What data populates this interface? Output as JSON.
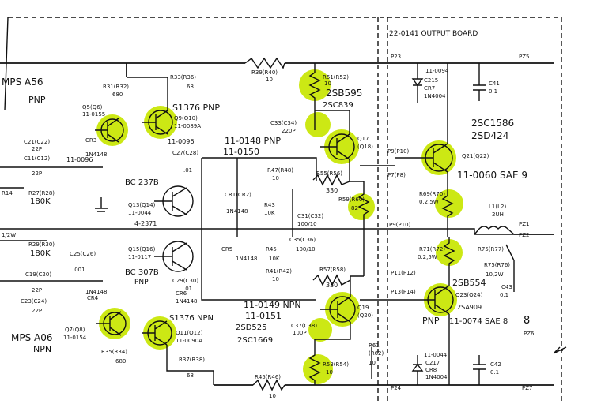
{
  "labels": {
    "header": "22-0141 OUTPUT BOARD",
    "mps_a56": "MPS A56",
    "pnp_left": "PNP",
    "mps_a06": "MPS A06",
    "npn_left": "NPN",
    "r31": "R31(R32)",
    "r31v": "680",
    "r33": "R33(R36)",
    "r33v": "68",
    "r39": "R39(R40)",
    "r39v": "10",
    "r51": "R51(R52)",
    "r51v": "10",
    "q17_part": "2SB595",
    "q17_alt": "2SC839",
    "s1376_pnp": "S1376 PNP",
    "q9": "Q9(Q10)",
    "q9num": "11-0089A",
    "q5": "Q5(Q6)",
    "q5num": "11-0155",
    "c21": "C21(C22)",
    "c21v": "22P",
    "c11": "C11(C12)",
    "c11v": "22P",
    "cr3": "CR3",
    "cr3d": "1N4148",
    "num_0096a": "11-0096",
    "num_0096b": "11-0096",
    "c27": "C27(C28)",
    "c27v": ".01",
    "bc237b": "BC 237B",
    "q13": "Q13(Q14)",
    "q13num": "11-0044",
    "q13sub": "4-2371",
    "r14": "R14",
    "r27": "R27(R28)",
    "r27v": "180K",
    "r29": "R29(R30)",
    "r29v": "180K",
    "half_w": "1/2W",
    "c33": "C33(C34)",
    "c33v": "220P",
    "q17": "Q17",
    "q18": "(Q18)",
    "num_0148": "11-0148 PNP",
    "num_0150": "11-0150",
    "r47": "R47(R48)",
    "r47v": "10",
    "cr1": "CR1(CR2)",
    "cr1d": "1N4148",
    "r43": "R43",
    "r43v": "10K",
    "c31": "C31(C32)",
    "c31v": "100/10",
    "r55": "R55(R56)",
    "r55v": "330",
    "r59": "R59(R60)",
    "r59v": "82",
    "c35": "C35(C36)",
    "c35v": "100/10",
    "cr5": "CR5",
    "cr5d": "1N4148",
    "r45": "R45",
    "r45v": "10K",
    "r41": "R41(R42)",
    "r41v": "10",
    "q15": "Q15(Q16)",
    "q15num": "11-0117",
    "bc307b": "BC 307B",
    "pnp_mid": "PNP",
    "c25": "C25(C26)",
    "c25v": ".001",
    "c19": "C19(C20)",
    "c19v": "22P",
    "c23": "C23(C24)",
    "c23v": "22P",
    "cr4": "CR4",
    "cr4d": "1N4148",
    "q7": "Q7(Q8)",
    "q7num": "11-0154",
    "c29": "C29(C30)",
    "c29v": ".01",
    "cr6": "CR6",
    "cr6d": "1N4148",
    "s1376_npn": "S1376 NPN",
    "q11": "Q11(Q12)",
    "q11num": "11-0090A",
    "r57": "R57(R58)",
    "r57v": "330",
    "num_0149": "11-0149 NPN",
    "num_0151": "11-0151",
    "q19": "Q19",
    "q20": "(Q20)",
    "q19_part": "2SD525",
    "q19_alt": "2SC1669",
    "c37": "C37(C38)",
    "c37v": "100P",
    "r53": "R53(R54)",
    "r53v": "10",
    "r35": "R35(R34)",
    "r35v": "680",
    "r37": "R37(R38)",
    "r37v": "68",
    "r45b": "R45(R46)",
    "r45bv": "10",
    "r61": "R61",
    "r61b": "(R62)",
    "r61v": "10",
    "num_0094": "11-0094",
    "c215": "C215",
    "cr7": "CR7",
    "cr7d": "1N4004",
    "c41": "C41",
    "c41v": "0.1",
    "part_2sc1586": "2SC1586",
    "part_2sd424": "2SD424",
    "q21": "Q21(Q22)",
    "num_0060": "11-0060 SAE 9",
    "r69": "R69(R70)",
    "r69v": "0.2,5W",
    "l1": "L1(L2)",
    "l1v": "2UH",
    "r75": "R75(R77)",
    "r71": "R71(R72)",
    "r71v": "0.2,5W",
    "r75b": "R75(R76)",
    "r75bv": "10,2W",
    "c43": "C43",
    "c43v": "0.1",
    "part_2sb554": "2SB554",
    "q23": "Q23(Q24)",
    "q23alt": "2SA909",
    "pnp_right": "PNP",
    "num_0074": "11-0074 SAE 8",
    "num_0044": "11-0044",
    "c217": "C217",
    "cr8": "CR8",
    "cr8d": "1N4004",
    "c42": "C42",
    "c42v": "0.1",
    "p23": "P23",
    "pz5": "PZ5",
    "p9": "P9(P10)",
    "p7": "P7(P8)",
    "pz1": "PZ1",
    "pz2": "PZ2",
    "p11": "P11(P12)",
    "p13": "P13(P14)",
    "pz6": "PZ6",
    "p24": "P24",
    "pz7": "PZ7",
    "p9b": "P9(P10)",
    "sym_8": "8"
  },
  "colors": {
    "ink": "#111111",
    "highlight": "#c8e600",
    "background": "#ffffff"
  }
}
